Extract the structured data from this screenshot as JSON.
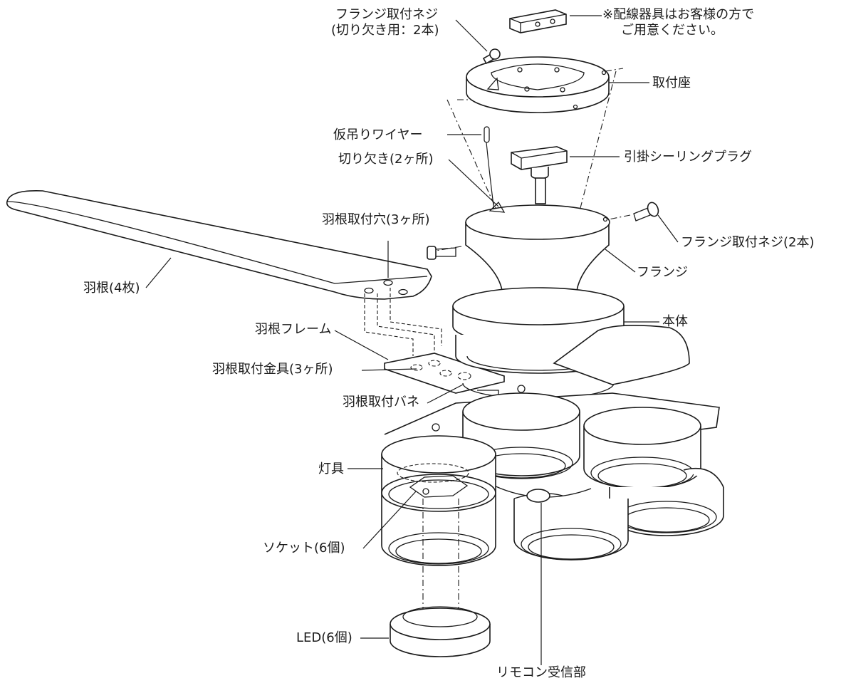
{
  "labels": {
    "flange_screw_notch": [
      "フランジ取付ネジ",
      "(切り欠き用：2本)"
    ],
    "wiring_note": [
      "※配線器具はお客様の方で",
      "ご用意ください。"
    ],
    "mount_base": "取付座",
    "temp_wire": "仮吊りワイヤー",
    "notch": "切り欠き(2ヶ所)",
    "ceiling_plug": "引掛シーリングプラグ",
    "blade_hole": "羽根取付穴(3ヶ所)",
    "flange_screw": "フランジ取付ネジ(2本)",
    "blade": "羽根(4枚)",
    "flange": "フランジ",
    "body": "本体",
    "blade_frame": "羽根フレーム",
    "blade_bracket": "羽根取付金具(3ヶ所)",
    "blade_spring": "羽根取付バネ",
    "lamp": "灯具",
    "socket": "ソケット(6個)",
    "led": "LED(6個)",
    "remote_receiver": "リモコン受信部"
  },
  "colors": {
    "line": "#1a1a1a",
    "background": "#ffffff"
  }
}
